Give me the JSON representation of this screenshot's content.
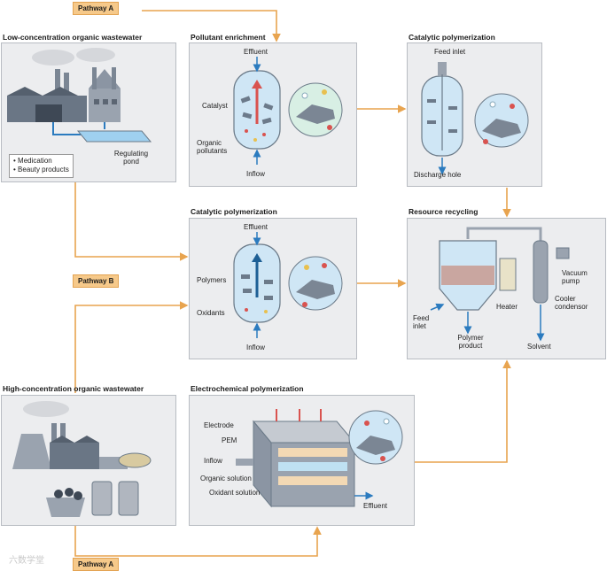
{
  "pathway_a_top": "Pathway A",
  "pathway_b": "Pathway B",
  "pathway_a_bottom": "Pathway A",
  "panels": {
    "low_concentration": {
      "title": "Low-concentration organic wastewater",
      "legend_items": [
        "Medication",
        "Beauty products"
      ],
      "pond_label": "Regulating pond"
    },
    "pollutant_enrichment": {
      "title": "Pollutant enrichment",
      "effluent": "Effluent",
      "catalyst": "Catalyst",
      "organic_pollutants": "Organic pollutants",
      "inflow": "Inflow"
    },
    "catalytic_top": {
      "title": "Catalytic polymerization",
      "feed_inlet": "Feed inlet",
      "discharge_hole": "Discharge hole"
    },
    "catalytic_mid": {
      "title": "Catalytic polymerization",
      "effluent": "Effluent",
      "polymers": "Polymers",
      "oxidants": "Oxidants",
      "inflow": "Inflow"
    },
    "resource_recycling": {
      "title": "Resource recycling",
      "vacuum_pump": "Vacuum pump",
      "heater": "Heater",
      "cooler_condensor": "Cooler condensor",
      "feed_inlet": "Feed inlet",
      "polymer_product": "Polymer product",
      "solvent": "Solvent"
    },
    "high_concentration": {
      "title": "High-concentration organic wastewater"
    },
    "electrochemical": {
      "title": "Electrochemical polymerization",
      "electrode": "Electrode",
      "pem": "PEM",
      "inflow": "Inflow",
      "organic_solution": "Organic solution",
      "oxidant_solution": "Oxidant solution",
      "effluent": "Effluent"
    }
  },
  "watermark": "六数学堂",
  "colors": {
    "pathway_line": "#e8a44f",
    "panel_bg": "#ecedef",
    "panel_border": "#b8bcc2",
    "tag_bg": "#f6c98a",
    "water": "#cfe6f5",
    "arrow_blue": "#2b7bbf",
    "arrow_red": "#d9534f"
  }
}
